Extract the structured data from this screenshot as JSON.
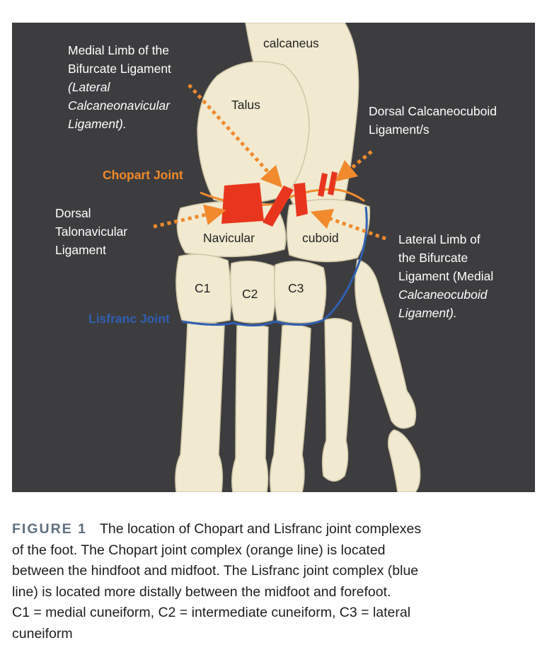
{
  "figure": {
    "bones": {
      "calcaneus": "calcaneus",
      "talus": "Talus",
      "navicular": "Navicular",
      "cuboid": "cuboid",
      "c1": "C1",
      "c2": "C2",
      "c3": "C3"
    },
    "labels": {
      "medial_limb": [
        "Medial Limb of the",
        "Bifurcate Ligament",
        "(Lateral",
        "Calcaneonavicular",
        "Ligament)."
      ],
      "dorsal_calcaneocuboid": [
        "Dorsal Calcaneocuboid",
        "Ligament/s"
      ],
      "chopart_joint": "Chopart Joint",
      "dorsal_talonavicular": [
        "Dorsal",
        "Talonavicular",
        "Ligament"
      ],
      "lateral_limb": [
        "Lateral Limb of",
        "the Bifurcate",
        "Ligament (Medial",
        "Calcaneocuboid",
        "Ligament)."
      ],
      "lisfranc_joint": "Lisfranc Joint"
    },
    "colors": {
      "background": "#3d3d3f",
      "bone": "#f1ead0",
      "chopart_line": "#f08a2c",
      "lisfranc_line": "#2f5fb0",
      "ligament": "#e8361e",
      "arrow": "#f08a2c"
    }
  },
  "caption": {
    "figure_label": "FIGURE 1",
    "lines": [
      "The location of Chopart and Lisfranc joint complexes",
      "of the foot. The Chopart joint complex (orange line) is located",
      "between the hindfoot and midfoot. The Lisfranc joint complex (blue",
      "line) is located more distally between the midfoot and forefoot.",
      "C1 = medial cuneiform, C2 = intermediate cuneiform, C3 = lateral",
      "cuneiform"
    ]
  }
}
